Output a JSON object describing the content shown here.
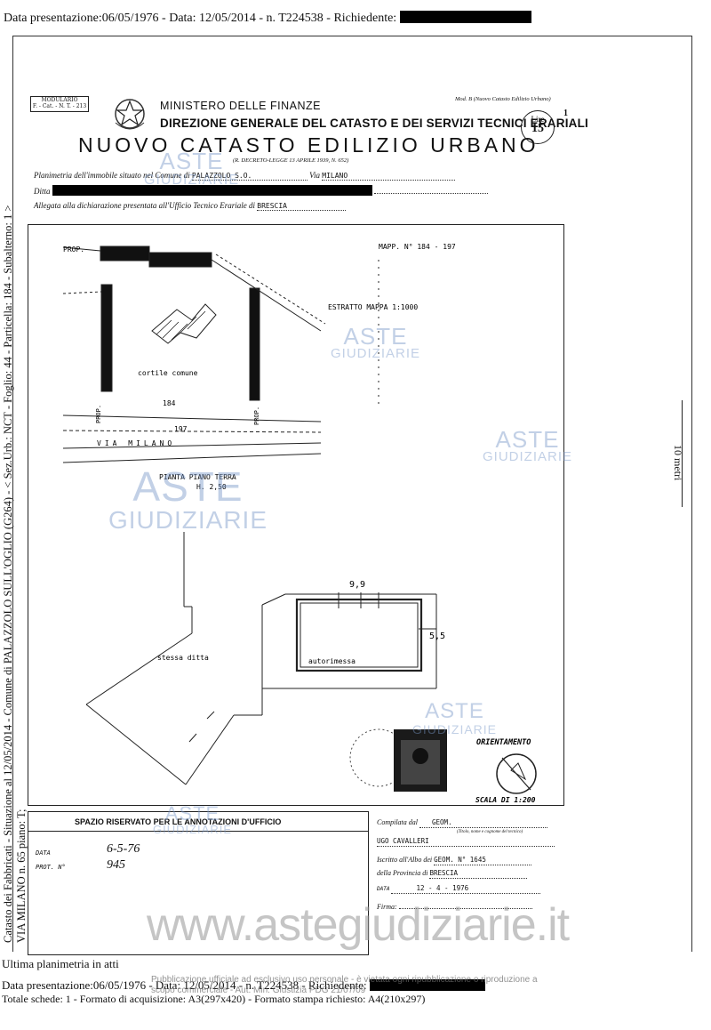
{
  "header_line": "Data presentazione:06/05/1976 - Data: 12/05/2014 - n. T224538 - Richiedente:",
  "side_text": "Catasto dei Fabbricati - Situazione al 12/05/2014 - Comune di PALAZZOLO SULL'OGLIO (G264) - < Sez.Urb.: NCT - Foglio: 44 - Particella: 184 - Subalterno: 1 >",
  "side_text2": "VIA MILANO n. 65 piano: T;",
  "right_scale_label": "10 metri",
  "form": {
    "modulario": "MODULARIO",
    "modulario_code": "F. - Cat. - N. T. - 213",
    "ministry": "MINISTERO DELLE FINANZE",
    "direction": "DIREZIONE GENERALE DEL CATASTO E DEI SERVIZI TECNICI ERARIALI",
    "title": "NUOVO CATASTO EDILIZIO URBANO",
    "decree": "(R. DECRETO-LEGGE 13 APRILE 1939, N. 652)",
    "mod_b": "Mod. B (Nuovo Catasto Edilizio Urbano)",
    "lire_label": "Lire",
    "lire_value": "15",
    "sheet_no": "1",
    "planimetry_label": "Planimetria dell'immobile situato nel Comune di",
    "comune": "PALAZZOLO S.O.",
    "via_label": "Via",
    "via": "MILANO",
    "ditta_label": "Ditta",
    "allegata_label": "Allegata alla dichiarazione presentata all'Ufficio Tecnico Erariale di",
    "ufficio": "BRESCIA"
  },
  "map": {
    "prop_top": "PROP.",
    "mapp": "MAPP. N° 184 - 197",
    "estratto": "ESTRATTO MAPPA 1:1000",
    "cortile": "cortile comune",
    "n184": "184",
    "n197": "197",
    "prop_left": "PROP.",
    "prop_right": "PROP.",
    "via_milano": "VIA MILANO",
    "pianta": "PIANTA PIANO TERRA",
    "altezza": "H. 2,50",
    "dim_w": "9,9",
    "dim_h": "5,5",
    "autorimessa": "autorimessa",
    "stessa_ditta": "stessa ditta",
    "orientamento": "ORIENTAMENTO",
    "scala": "SCALA DI 1:200"
  },
  "office": {
    "spazio": "SPAZIO RISERVATO PER LE ANNOTAZIONI D'UFFICIO",
    "data_label": "DATA",
    "data_value": "6-5-76",
    "prot_label": "PROT. N°",
    "prot_value": "945"
  },
  "compiler": {
    "compilata_label": "Compilata dal",
    "title": "GEOM.",
    "note": "(Titolo, nome e cognome del tecnico)",
    "name": "UGO CAVALLERI",
    "albo_label": "Iscritto all'Albo dei",
    "albo_value": "GEOM. N° 1645",
    "provincia_label": "della Provincia di",
    "provincia": "BRESCIA",
    "data_label": "DATA",
    "data_value": "12 - 4 - 1976",
    "firma_label": "Firma:"
  },
  "watermarks": {
    "aste": "ASTE",
    "giudiziarie": "GIUDIZIARIE",
    "site": "www.astegiudiziarie.it",
    "bottom": "Pubblicazione ufficiale ad esclusivo uso personale - è vietata ogni ripubblicazione o riproduzione a scopo commerciale - Aut. Min. Giustizia PDG 21/07/09"
  },
  "footer": {
    "ultima": "Ultima planimetria in atti",
    "line1": "Data presentazione:06/05/1976 - Data: 12/05/2014 - n. T224538 - Richiedente:",
    "line2": "Totale schede: 1 - Formato di acquisizione: A3(297x420) - Formato stampa richiesto: A4(210x297)"
  }
}
